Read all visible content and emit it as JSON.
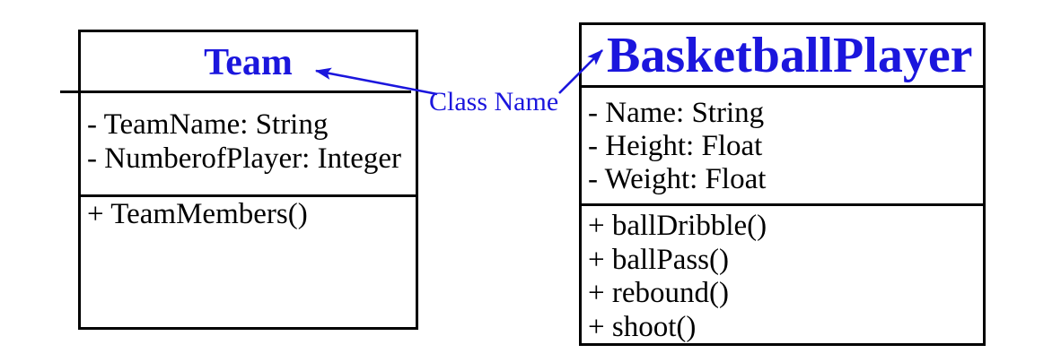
{
  "classes": [
    {
      "name": "Team",
      "attributes": [
        "- TeamName: String",
        "- NumberofPlayer: Integer"
      ],
      "methods": [
        "+ TeamMembers()"
      ]
    },
    {
      "name": "BasketballPlayer",
      "attributes": [
        "- Name: String",
        "- Height: Float",
        "- Weight: Float"
      ],
      "methods": [
        "+ ballDribble()",
        "+ ballPass()",
        "+ rebound()",
        "+ shoot()"
      ]
    }
  ],
  "annotation": {
    "label": "Class Name"
  },
  "colors": {
    "accent": "#1B16DD",
    "line": "#000000",
    "background": "#FFFFFF"
  }
}
